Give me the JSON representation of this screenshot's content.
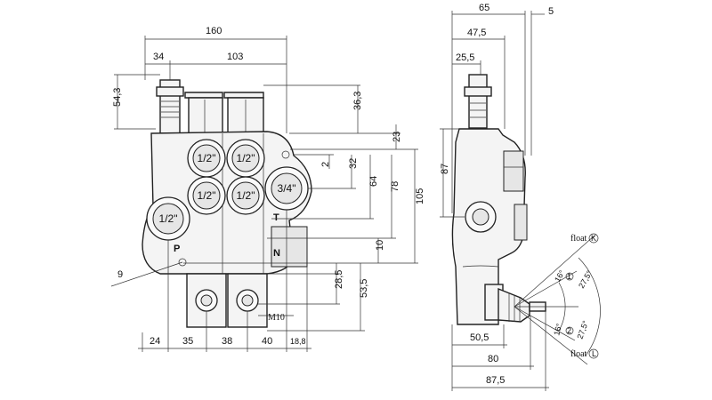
{
  "front_view": {
    "top_dims": [
      "160",
      "34",
      "103"
    ],
    "left_dim": "54,3",
    "right_dims": [
      "36,3",
      "23",
      "2",
      "32",
      "64",
      "78",
      "105",
      "10"
    ],
    "bottom_dims": [
      "24",
      "35",
      "38",
      "40",
      "18,8"
    ],
    "lower_right_dims": [
      "28,5",
      "53,5"
    ],
    "callout_9": "9",
    "ports": {
      "a1": "1/2\"",
      "b1": "1/2\"",
      "a2": "1/2\"",
      "b2": "1/2\"",
      "return": "3/4\"",
      "pressure": "1/2\""
    },
    "letters": {
      "p": "P",
      "t": "T",
      "n": "N"
    },
    "thread": "M10"
  },
  "side_view": {
    "top_dims": [
      "65",
      "5",
      "47,5",
      "25,5"
    ],
    "left_dim": "87",
    "bottom_dims": [
      "50,5",
      "80",
      "87,5"
    ],
    "angle_labels": [
      "27,5°",
      "16°",
      "16°",
      "27,5°"
    ],
    "position_labels": [
      "float",
      "float"
    ],
    "position_marks": [
      "K",
      "L"
    ],
    "number_marks": [
      "1",
      "2"
    ]
  }
}
